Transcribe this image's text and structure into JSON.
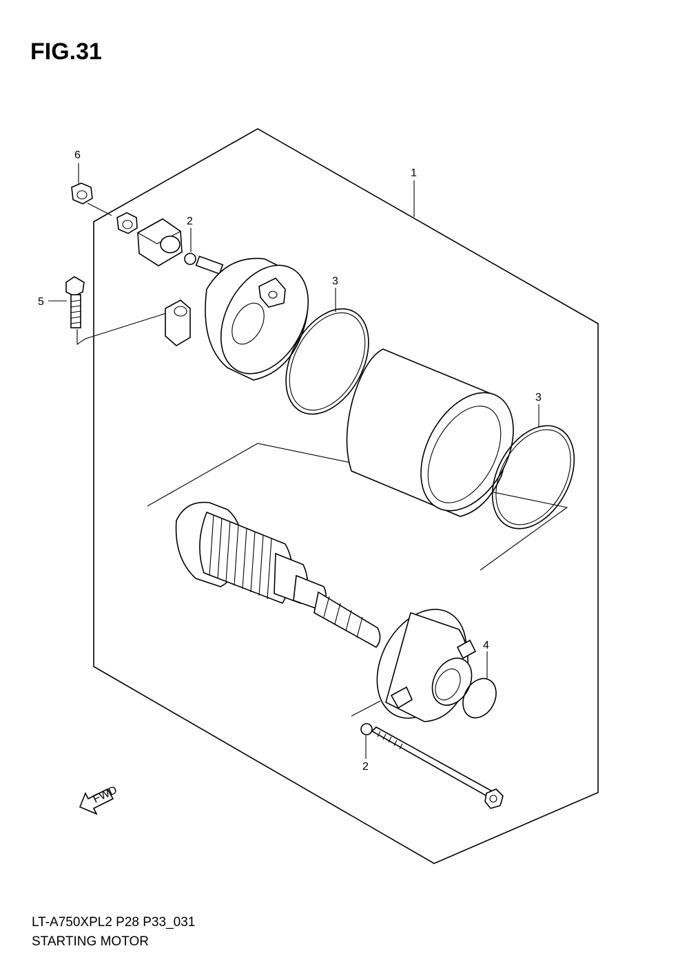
{
  "header": {
    "title": "FIG.31"
  },
  "footer": {
    "model_code": "LT-A750XPL2 P28 P33_031",
    "caption": "STARTING MOTOR"
  },
  "callouts": [
    {
      "id": "c1",
      "label": "1"
    },
    {
      "id": "c2a",
      "label": "2"
    },
    {
      "id": "c2b",
      "label": "2"
    },
    {
      "id": "c3a",
      "label": "3"
    },
    {
      "id": "c3b",
      "label": "3"
    },
    {
      "id": "c4",
      "label": "4"
    },
    {
      "id": "c5",
      "label": "5"
    },
    {
      "id": "c6",
      "label": "6"
    }
  ],
  "direction_marker": {
    "label": "FWD"
  }
}
